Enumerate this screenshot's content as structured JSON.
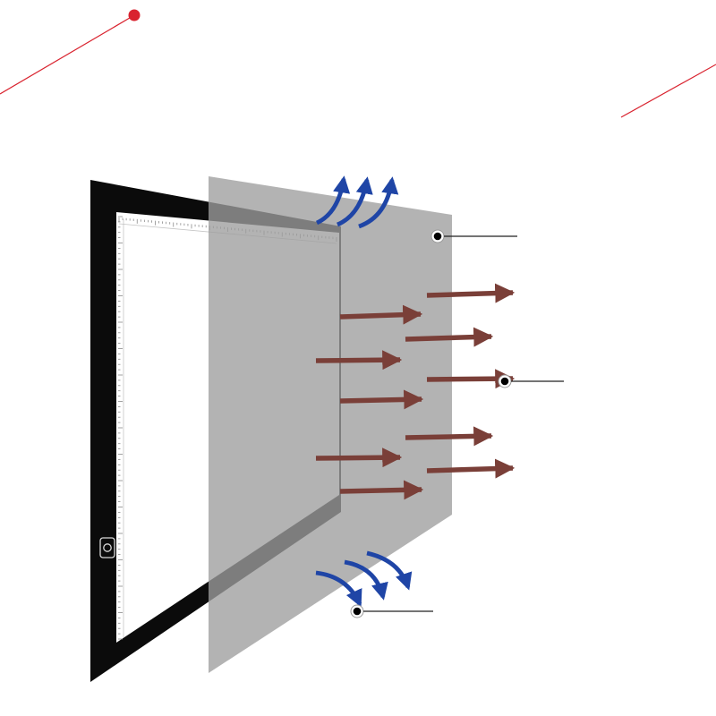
{
  "colors": {
    "background": "#ffffff",
    "accent_red": "#d9232f",
    "pad_frame": "#0b0b0b",
    "pad_screen": "#ffffff",
    "ruler_tick": "#8a8a8a",
    "film_sheet": "#a6a6a6",
    "heat_arrow": "#7a3f38",
    "airflow_arrow": "#1f45a6",
    "callout_line": "#222222",
    "callout_dot": "#000000"
  },
  "icons": {
    "power_button": "power-button-icon",
    "heat_arrow": "arrow-right-icon",
    "airflow_up": "curved-arrow-up-icon",
    "airflow_down": "curved-arrow-down-icon",
    "callout_marker": "dot-icon"
  },
  "callouts": [
    {
      "id": "top-sheet",
      "label": ""
    },
    {
      "id": "middle-heat",
      "label": ""
    },
    {
      "id": "bottom-airflow",
      "label": ""
    }
  ]
}
